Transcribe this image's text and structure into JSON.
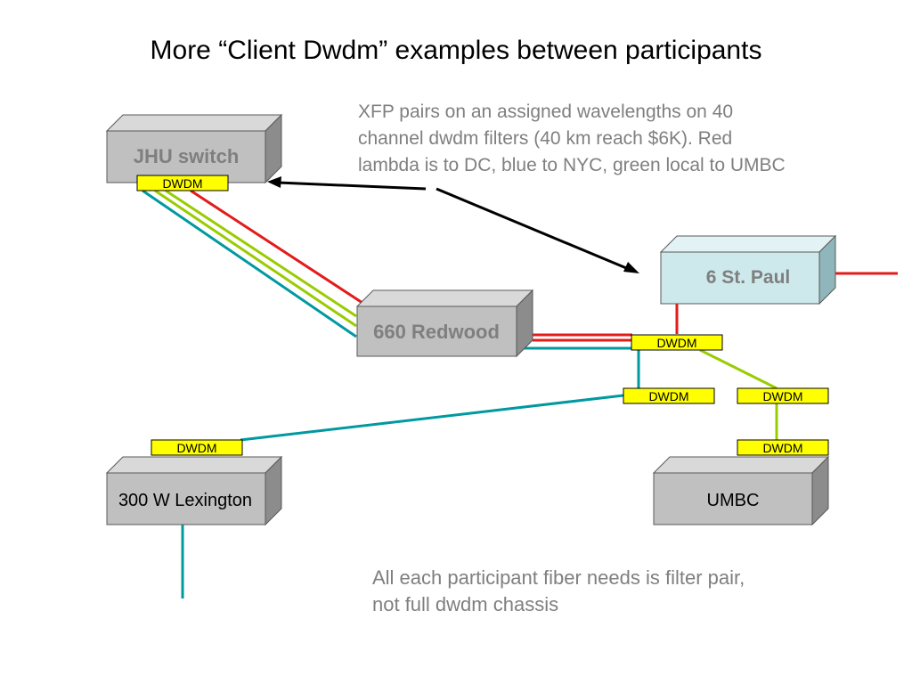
{
  "title": "More “Client Dwdm” examples between participants",
  "annotation_top": [
    "XFP pairs on an assigned wavelengths on 40",
    "channel dwdm filters (40 km reach $6K).  Red",
    "lambda is to DC, blue to NYC, green local to UMBC"
  ],
  "annotation_bottom": [
    "All each participant fiber needs is filter pair,",
    "not full dwdm chassis"
  ],
  "nodes": {
    "jhu": "JHU switch",
    "redwood": "660 Redwood",
    "stpaul": "6 St. Paul",
    "lexington": "300 W Lexington",
    "umbc": "UMBC"
  },
  "dwdm_label": "DWDM",
  "colors": {
    "red": "#e31b1b",
    "green": "#99cc00",
    "teal": "#0099a0",
    "box_gray": "#c0c0c0",
    "box_cyan": "#cde9ec",
    "filter_yellow": "#ffff00",
    "node_text_gray": "#7f7f7f"
  }
}
